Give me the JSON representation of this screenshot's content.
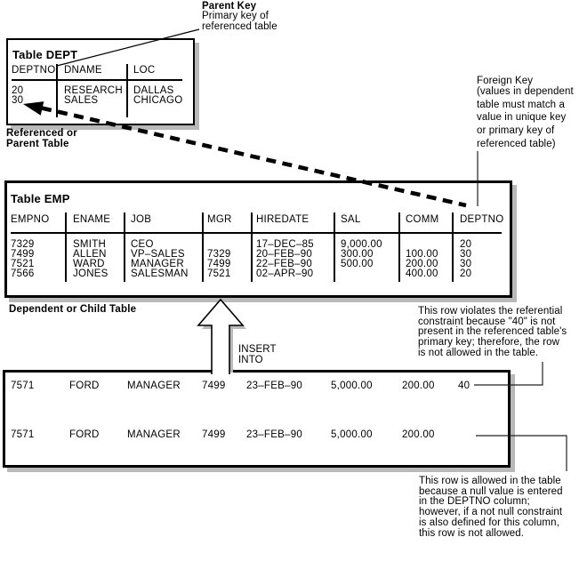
{
  "colors": {
    "ink": "#000000",
    "box_shadow": "#b9b9b9",
    "background": "#ffffff"
  },
  "annotations": {
    "parent_key": {
      "title": "Parent Key",
      "line1": "Primary key of",
      "line2": "referenced table"
    },
    "foreign_key": {
      "title": "Foreign Key",
      "lines": [
        "(values in dependent",
        "table must match a",
        "value in unique key",
        "or primary key of",
        "referenced table)"
      ]
    },
    "referenced_label": {
      "line1": "Referenced or",
      "line2": "Parent Table"
    },
    "dependent_label": "Dependent or Child Table",
    "insert_label": {
      "line1": "INSERT",
      "line2": "INTO"
    },
    "violates_note": {
      "lines": [
        "This row violates the referential",
        "constraint because \"40\" is not",
        "present in the referenced table's",
        "primary key; therefore, the row",
        "is not allowed in the table."
      ]
    },
    "allowed_note": {
      "lines": [
        "This row is allowed in the table",
        "because a null value is entered",
        "in the DEPTNO column;",
        "however, if a not null constraint",
        "is also defined for this column,",
        "this row is not allowed."
      ]
    }
  },
  "dept_table": {
    "title": "Table DEPT",
    "headers": [
      "DEPTNO",
      "DNAME",
      "LOC"
    ],
    "rows": [
      [
        "20",
        "RESEARCH",
        "DALLAS"
      ],
      [
        "30",
        "SALES",
        "CHICAGO"
      ]
    ]
  },
  "emp_table": {
    "title": "Table EMP",
    "headers": [
      "EMPNO",
      "ENAME",
      "JOB",
      "MGR",
      "HIREDATE",
      "SAL",
      "COMM",
      "DEPTNO"
    ],
    "rows": [
      [
        "7329",
        "SMITH",
        "CEO",
        "",
        "17–DEC–85",
        "9,000.00",
        "",
        "20"
      ],
      [
        "7499",
        "ALLEN",
        "VP–SALES",
        "7329",
        "20–FEB–90",
        "300.00",
        "100.00",
        "30"
      ],
      [
        "7521",
        "WARD",
        "MANAGER",
        "7499",
        "22–FEB–90",
        "500.00",
        "200.00",
        "30"
      ],
      [
        "7566",
        "JONES",
        "SALESMAN",
        "7521",
        "02–APR–90",
        "",
        "400.00",
        "20"
      ]
    ]
  },
  "insert_rows": [
    [
      "7571",
      "FORD",
      "MANAGER",
      "7499",
      "23–FEB–90",
      "5,000.00",
      "200.00",
      "40"
    ],
    [
      "7571",
      "FORD",
      "MANAGER",
      "7499",
      "23–FEB–90",
      "5,000.00",
      "200.00",
      ""
    ]
  ]
}
